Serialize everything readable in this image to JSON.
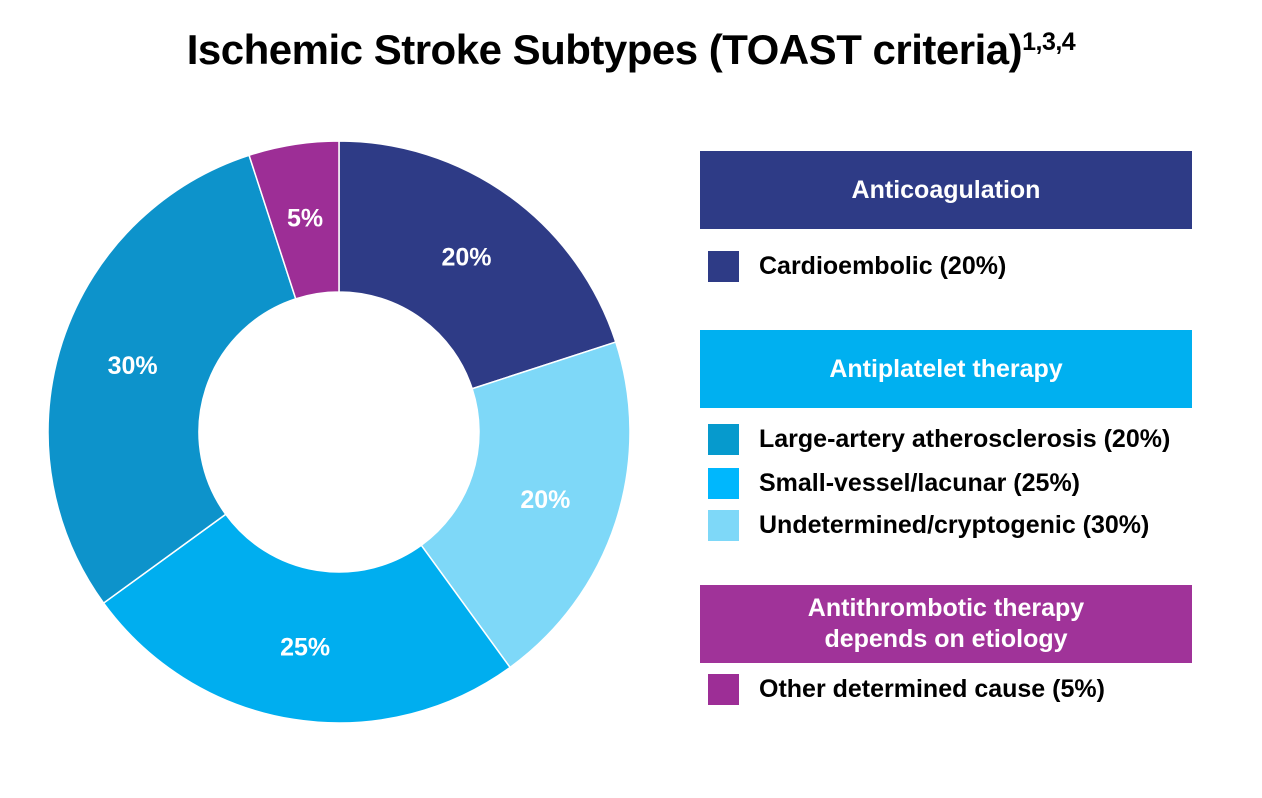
{
  "title": {
    "text": "Ischemic Stroke Subtypes (TOAST criteria)",
    "superscript": "1,3,4"
  },
  "chart_data": {
    "type": "pie",
    "variant": "donut",
    "start_angle_deg": 0,
    "direction": "clockwise",
    "inner_radius_ratio": 0.48,
    "total": 100,
    "slices": [
      {
        "name": "cardioembolic",
        "value": 20,
        "display": "20%",
        "color": "#2E3B86"
      },
      {
        "name": "undetermined-cryptogenic",
        "value": 20,
        "display": "20%",
        "color": "#7ED8F8"
      },
      {
        "name": "small-vessel-lacunar",
        "value": 25,
        "display": "25%",
        "color": "#00AEEF"
      },
      {
        "name": "large-artery-atherosclerosis",
        "value": 30,
        "display": "30%",
        "color": "#0D93CB"
      },
      {
        "name": "other-determined-cause",
        "value": 5,
        "display": "5%",
        "color": "#9D2E96"
      }
    ]
  },
  "legend": {
    "groups": [
      {
        "id": "anticoagulation",
        "header_lines": [
          "Anticoagulation"
        ],
        "header_color": "#2E3B86",
        "items": [
          {
            "id": "cardioembolic",
            "label": "Cardioembolic (20%)",
            "swatch_color": "#2E3B86"
          }
        ]
      },
      {
        "id": "antiplatelet-therapy",
        "header_lines": [
          "Antiplatelet therapy"
        ],
        "header_color": "#00B0F0",
        "items": [
          {
            "id": "large-artery-atherosclerosis",
            "label": "Large-artery atherosclerosis (20%)",
            "swatch_color": "#069ACD"
          },
          {
            "id": "small-vessel-lacunar",
            "label": "Small-vessel/lacunar (25%)",
            "swatch_color": "#00B7FD"
          },
          {
            "id": "undetermined-cryptogenic",
            "label": "Undetermined/cryptogenic (30%)",
            "swatch_color": "#7ED8F8"
          }
        ]
      },
      {
        "id": "antithrombotic-therapy",
        "header_lines": [
          "Antithrombotic therapy",
          "depends on etiology"
        ],
        "header_color": "#A03399",
        "items": [
          {
            "id": "other-determined-cause",
            "label": "Other determined cause (5%)",
            "swatch_color": "#9D2E96"
          }
        ]
      }
    ]
  }
}
